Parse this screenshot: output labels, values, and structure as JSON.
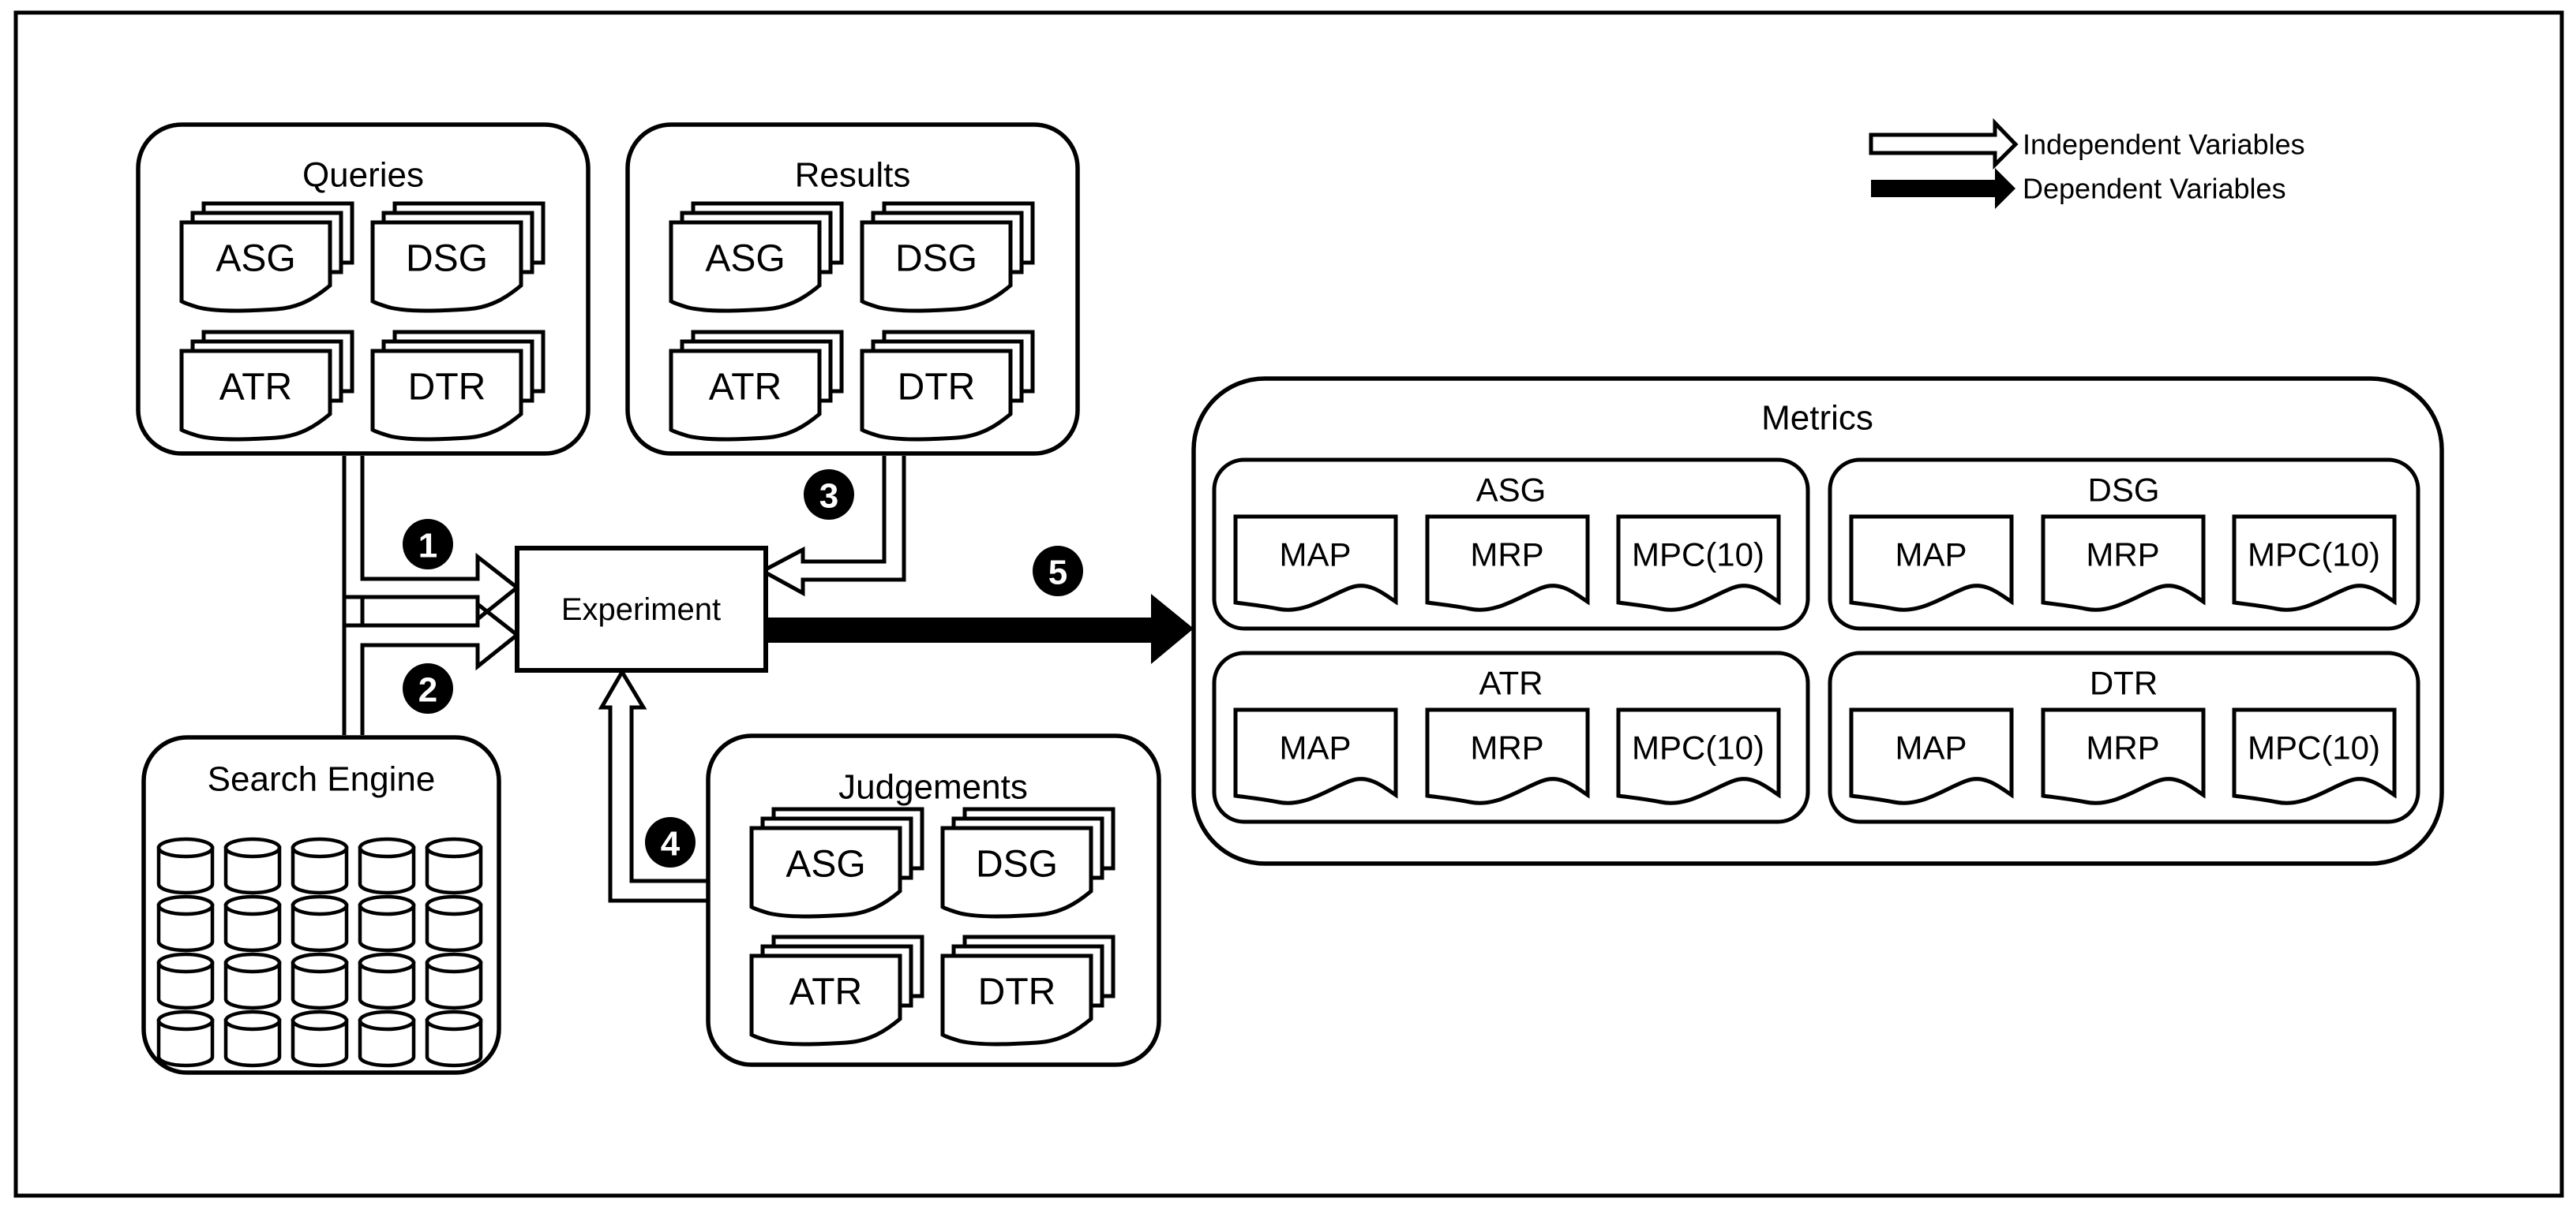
{
  "legend": {
    "independent_label": "Independent Variables",
    "dependent_label": "Dependent Variables"
  },
  "queries": {
    "title": "Queries",
    "docs": [
      "ASG",
      "DSG",
      "ATR",
      "DTR"
    ]
  },
  "results": {
    "title": "Results",
    "docs": [
      "ASG",
      "DSG",
      "ATR",
      "DTR"
    ]
  },
  "search_engine": {
    "title": "Search Engine"
  },
  "judgements": {
    "title": "Judgements",
    "docs": [
      "ASG",
      "DSG",
      "ATR",
      "DTR"
    ]
  },
  "experiment": {
    "title": "Experiment"
  },
  "metrics": {
    "title": "Metrics",
    "groups": [
      {
        "title": "ASG",
        "docs": [
          "MAP",
          "MRP",
          "MPC(10)"
        ]
      },
      {
        "title": "DSG",
        "docs": [
          "MAP",
          "MRP",
          "MPC(10)"
        ]
      },
      {
        "title": "ATR",
        "docs": [
          "MAP",
          "MRP",
          "MPC(10)"
        ]
      },
      {
        "title": "DTR",
        "docs": [
          "MAP",
          "MRP",
          "MPC(10)"
        ]
      }
    ]
  },
  "steps": [
    "1",
    "2",
    "3",
    "4",
    "5"
  ],
  "colors": {
    "line": "#000000",
    "background": "#ffffff"
  }
}
